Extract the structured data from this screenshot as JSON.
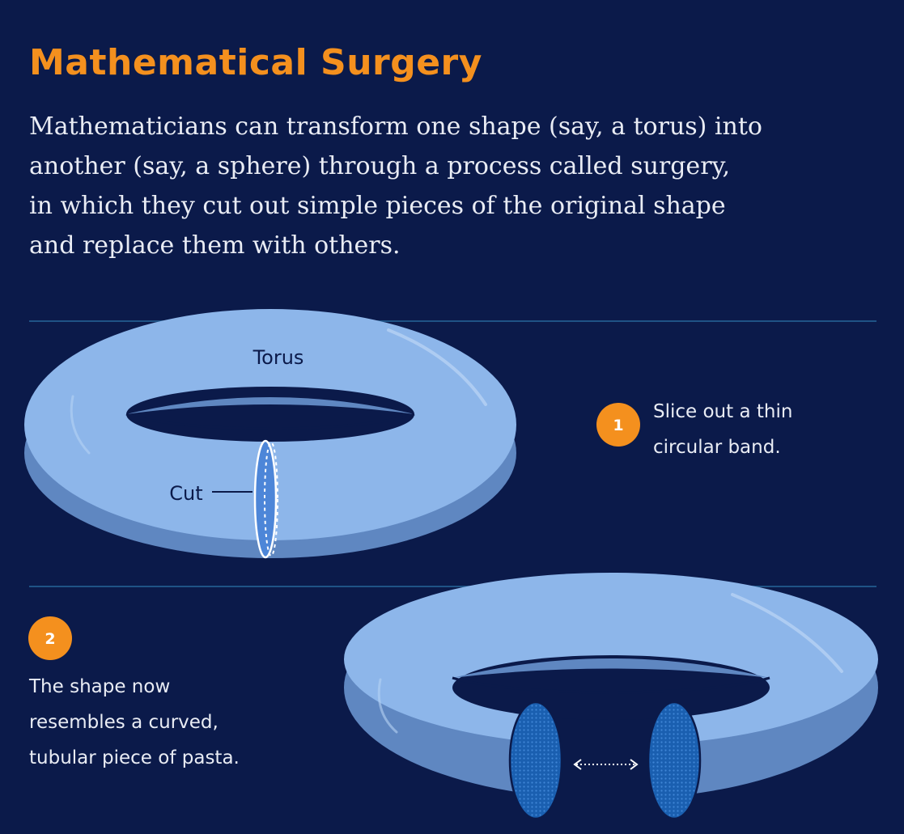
{
  "title": "Mathematical Surgery",
  "intro_lines": [
    "Mathematicians can transform one shape (say, a torus) into",
    "another (say, a sphere) through a process called surgery,",
    "in which they cut out simple pieces of the original shape",
    "and replace them with others."
  ],
  "labels": {
    "torus": "Torus",
    "cut": "Cut"
  },
  "steps": [
    {
      "number": "1",
      "lines": [
        "Slice out a thin",
        "circular band."
      ]
    },
    {
      "number": "2",
      "lines": [
        "The shape now",
        "resembles a curved,",
        "tubular piece of pasta."
      ]
    }
  ],
  "colors": {
    "background": "#0b1a4a",
    "title": "#f4901e",
    "text": "#e9ecf4",
    "torus_top": "#8db6ea",
    "torus_side": "#5f87c1",
    "badge": "#f4901e",
    "divider": "#1f5386",
    "cut_face": "#1a5fb0"
  }
}
